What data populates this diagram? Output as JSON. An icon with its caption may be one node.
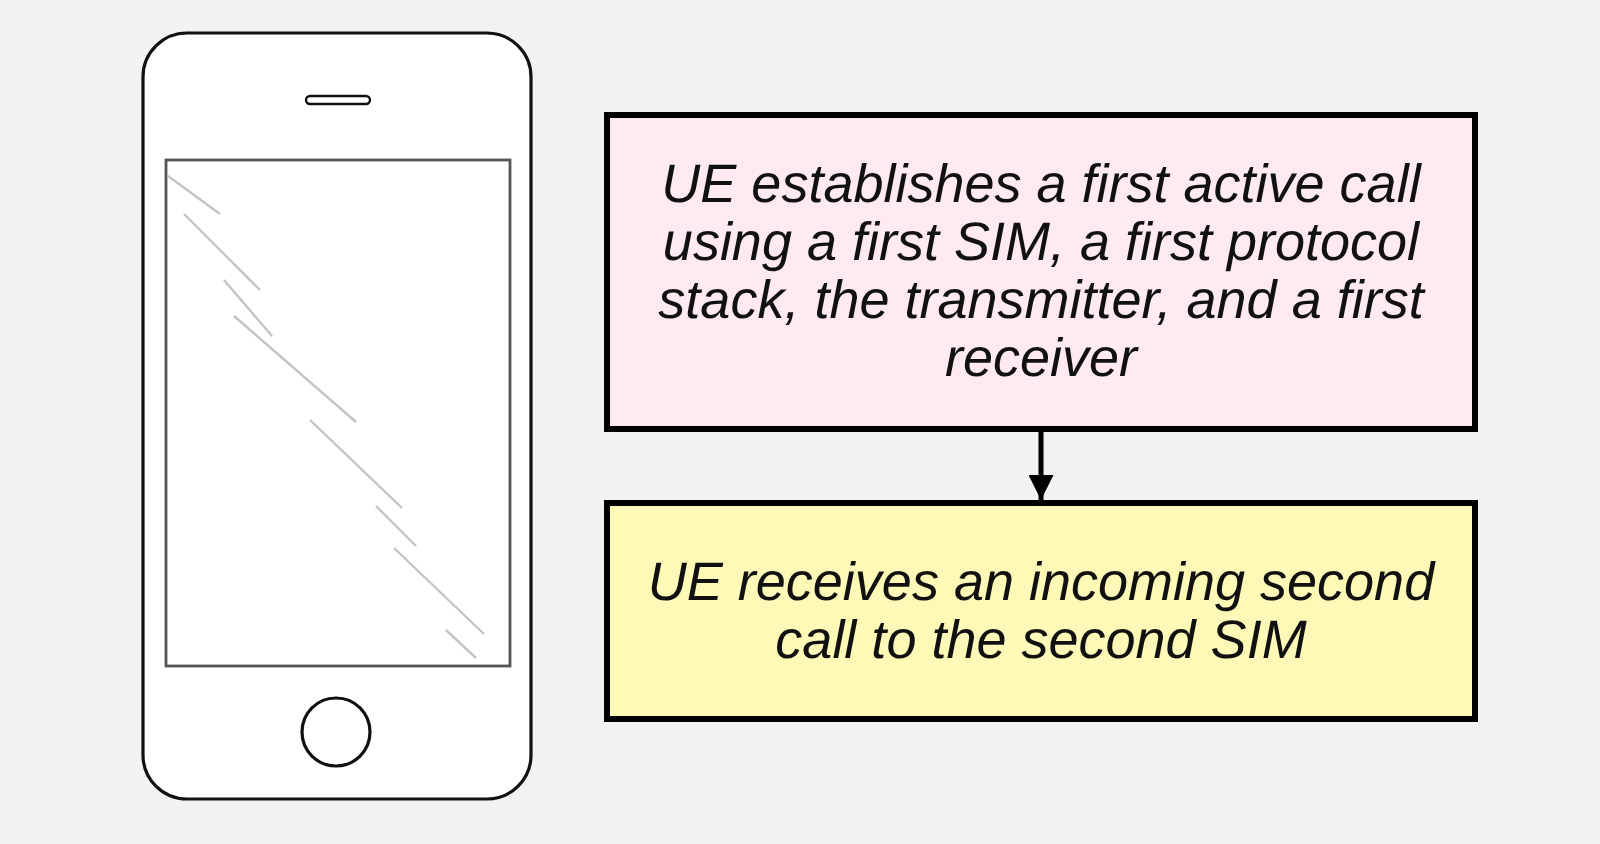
{
  "diagram": {
    "nodes": [
      {
        "text": [
          "UE establishes a first active call using a first SIM, a first protocol stack, the transmitter, and a first receiver"
        ]
      },
      {
        "text": [
          "UE receives an incoming second call to the second SIM"
        ]
      }
    ],
    "edges": [
      {
        "from": 0,
        "to": 1,
        "arrow": "to"
      }
    ]
  }
}
